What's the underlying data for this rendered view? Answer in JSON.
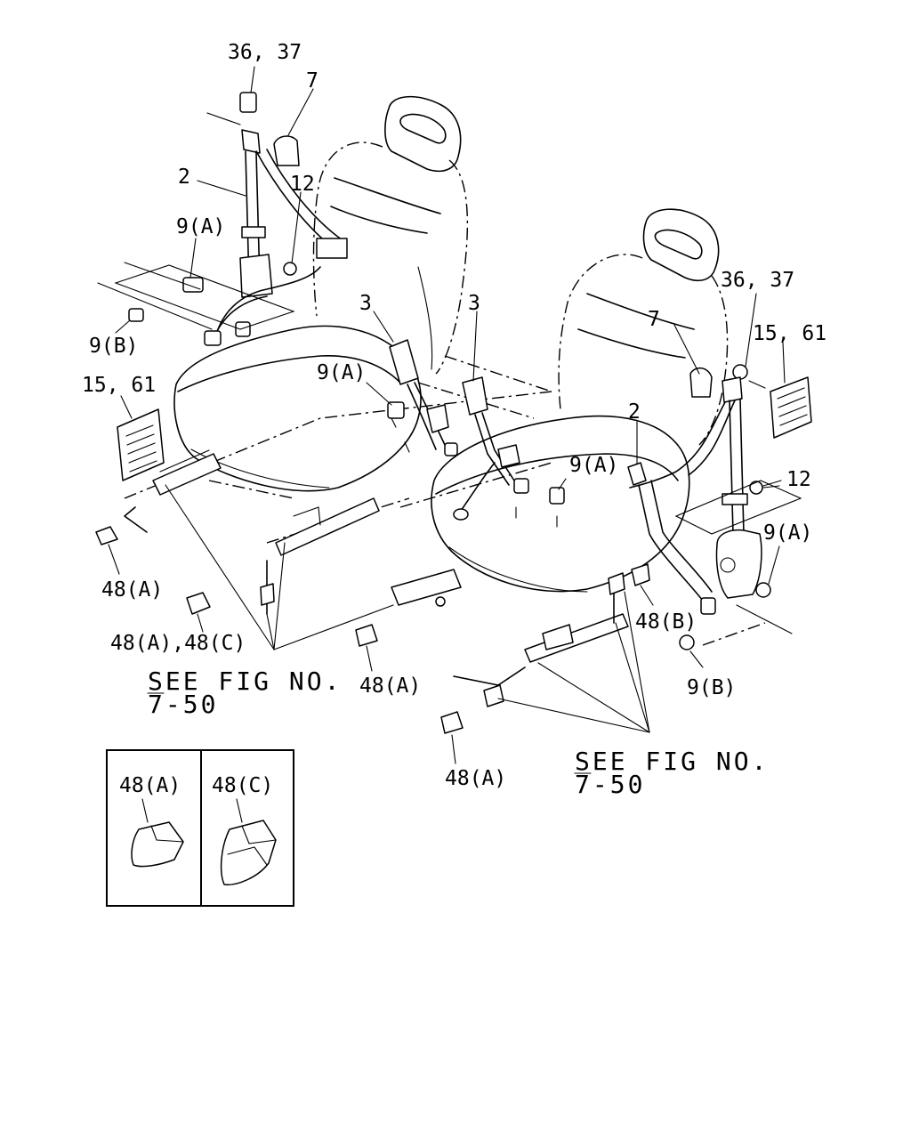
{
  "callouts": {
    "left_bolt_36_37": "36, 37",
    "left_cover_7": "7",
    "left_belt_2": "2",
    "left_bolt_12": "12",
    "left_bolt_9a": "9(A)",
    "left_bolt_9b": "9(B)",
    "left_panel_15_61": "15, 61",
    "left_buckle_3": "3",
    "center_buckle_3": "3",
    "center_bolt_9a": "9(A)",
    "left_cap_48a": "48(A)",
    "left_cap_48a_48c": "48(A),48(C)",
    "center_cap_48a": "48(A)",
    "right_cap_48a": "48(A)",
    "right_cap_48b": "48(B)",
    "right_bolt_36_37": "36, 37",
    "right_cover_7": "7",
    "right_panel_15_61": "15, 61",
    "right_belt_2": "2",
    "right_bolt_12": "12",
    "right_bolt_9a": "9(A)",
    "right_bolt_9b": "9(B)",
    "right_center_bolt_9a": "9(A)"
  },
  "references": {
    "left": {
      "line1": "SEE FIG NO.",
      "line2": "7-50"
    },
    "right": {
      "line1": "SEE FIG NO.",
      "line2": "7-50"
    }
  },
  "inset": {
    "left_label": "48(A)",
    "right_label": "48(C)"
  }
}
